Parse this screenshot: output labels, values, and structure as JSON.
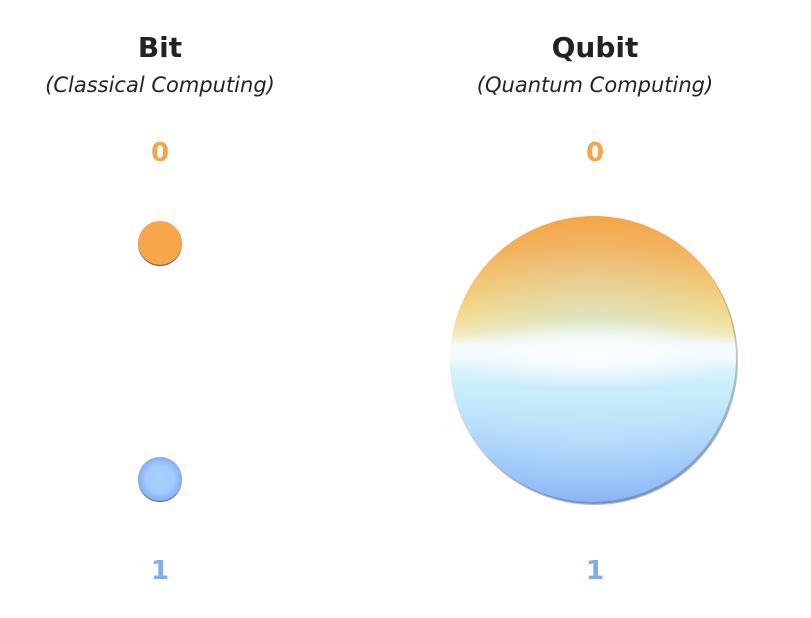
{
  "bit": {
    "title": "Bit",
    "subtitle": "(Classical Computing)",
    "state_zero": "0",
    "state_one": "1"
  },
  "qubit": {
    "title": "Qubit",
    "subtitle": "(Quantum Computing)",
    "state_zero": "0",
    "state_one": "1"
  },
  "colors": {
    "zero": "#f5a543",
    "one": "#7fabf6",
    "text": "#1f2328"
  }
}
